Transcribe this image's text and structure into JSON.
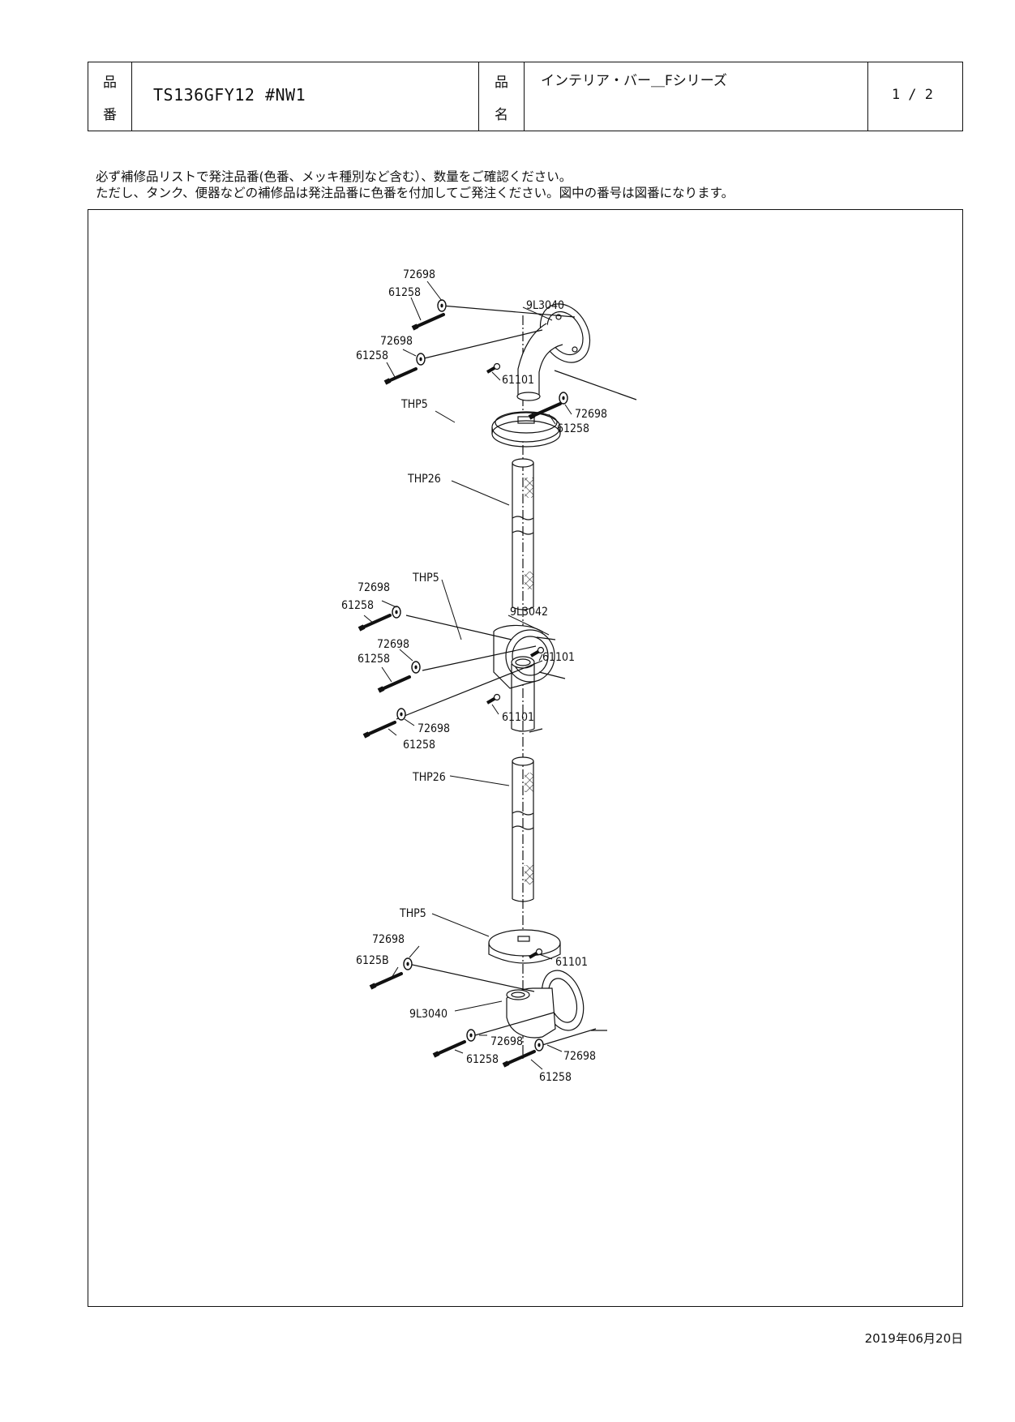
{
  "header": {
    "label_hinban_1": "品",
    "label_hinban_2": "番",
    "model_number": "TS136GFY12 #NW1",
    "label_hinmei_1": "品",
    "label_hinmei_2": "名",
    "product_name": "インテリア・バー＿Fシリーズ",
    "page": "1 / 2"
  },
  "notes": {
    "line1": "必ず補修品リストで発注品番(色番、メッキ種別など含む）、数量をご確認ください。",
    "line2": "ただし、タンク、便器などの補修品は発注品番に色番を付加してご発注ください。図中の番号は図番になります。"
  },
  "callouts": {
    "c1": "72698",
    "c2": "61258",
    "c3": "9L3040",
    "c4": "72698",
    "c5": "61258",
    "c6": "61101",
    "c7": "72698",
    "c8": "61258",
    "c9": "THP5",
    "c10": "THP26",
    "c11": "72698",
    "c12": "THP5",
    "c13": "61258",
    "c14": "9L3042",
    "c15": "72698",
    "c16": "61258",
    "c17": "61101",
    "c18": "61101",
    "c19": "72698",
    "c20": "61258",
    "c21": "THP26",
    "c22": "THP5",
    "c23": "72698",
    "c24": "61101",
    "c25": "6125B",
    "c26": "9L3040",
    "c27": "72698",
    "c28": "61258",
    "c29": "72698",
    "c30": "61258"
  },
  "date": "2019年06月20日"
}
